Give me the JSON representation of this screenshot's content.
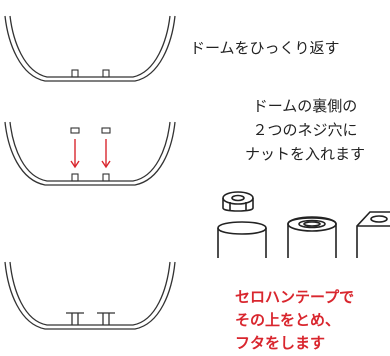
{
  "step1": {
    "text": "ドームをひっくり返す"
  },
  "step2": {
    "lines": [
      "ドームの裏側の",
      "２つのネジ穴に",
      "ナットを入れます"
    ]
  },
  "step3": {
    "lines": [
      "セロハンテープで",
      "その上をとめ、",
      "フタをします"
    ]
  },
  "colors": {
    "accent": "#d9262e",
    "line": "#333333",
    "text": "#222222"
  },
  "icons": [
    "dome-icon",
    "nut-icon",
    "tape-roll-icon",
    "arrow-down-icon"
  ]
}
